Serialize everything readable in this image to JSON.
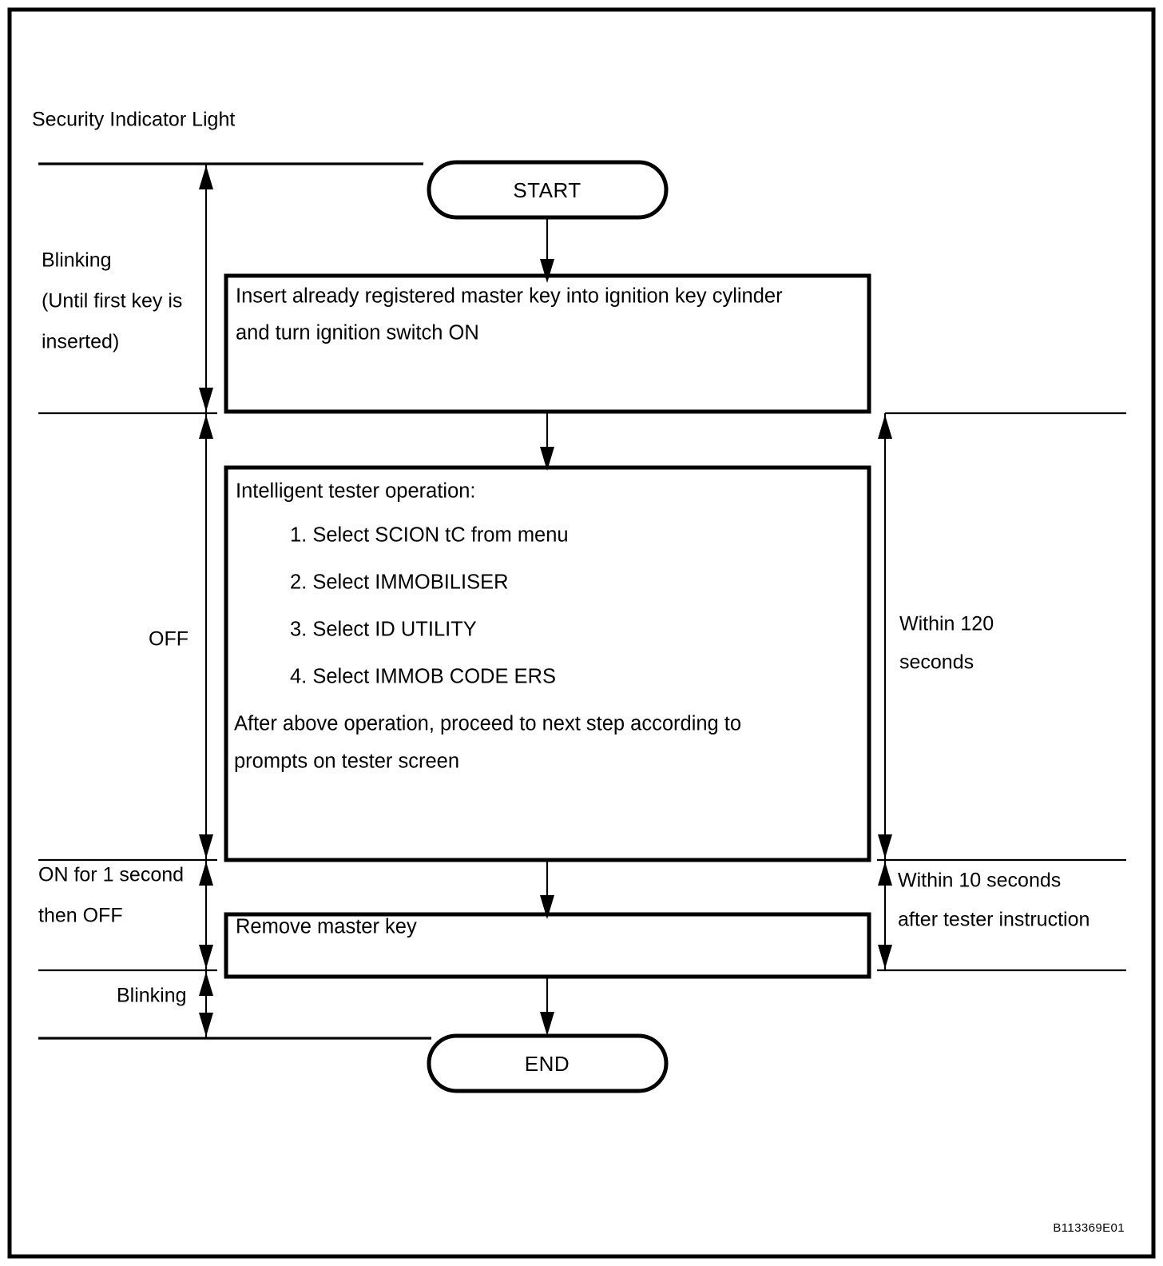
{
  "document": {
    "title": "Security Indicator Light",
    "reference_code": "B113369E01",
    "colors": {
      "ink": "#000000",
      "paper": "#ffffff"
    }
  },
  "flowchart": {
    "type": "flowchart",
    "orientation": "vertical",
    "nodes": {
      "start": {
        "shape": "terminator",
        "label": "START"
      },
      "step1": {
        "shape": "process",
        "lines": [
          "Insert already registered master key into ignition key cylinder",
          "and turn ignition switch ON"
        ]
      },
      "step2": {
        "shape": "process",
        "heading": "Intelligent tester operation:",
        "steps": [
          "1. Select SCION tC from menu",
          "2. Select IMMOBILISER",
          "3. Select ID UTILITY",
          "4. Select IMMOB CODE ERS"
        ],
        "footer_lines": [
          "After above operation, proceed to next step according to",
          "prompts on tester screen"
        ]
      },
      "step3": {
        "shape": "process",
        "lines": [
          "Remove master key"
        ]
      },
      "end": {
        "shape": "terminator",
        "label": "END"
      }
    },
    "left_annotations": [
      {
        "id": "blinking-initial",
        "lines": [
          "Blinking",
          "(Until first key is",
          "inserted)"
        ]
      },
      {
        "id": "off",
        "lines": [
          "OFF"
        ]
      },
      {
        "id": "on-one-second",
        "lines": [
          "ON for 1 second",
          "then OFF"
        ]
      },
      {
        "id": "blinking-final",
        "lines": [
          "Blinking"
        ]
      }
    ],
    "right_annotations": [
      {
        "id": "within-120",
        "lines": [
          "Within 120",
          "seconds"
        ]
      },
      {
        "id": "within-10",
        "lines": [
          "Within 10 seconds",
          "after tester instruction"
        ]
      }
    ]
  }
}
